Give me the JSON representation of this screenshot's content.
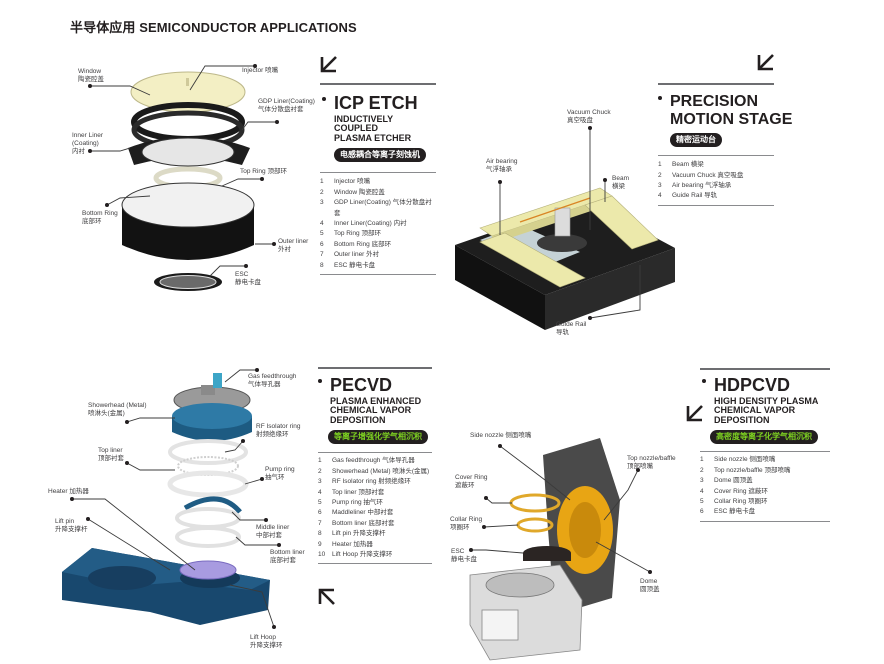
{
  "page": {
    "title": "半导体应用  SEMICONDUCTOR APPLICATIONS"
  },
  "icp": {
    "title": "ICP ETCH",
    "subtitle_lines": [
      "INDUCTIVELY COUPLED",
      "PLASMA ETCHER"
    ],
    "badge": "电感耦合等离子刻蚀机",
    "parts": [
      {
        "num": "1",
        "label": "Injector 喷嘴"
      },
      {
        "num": "2",
        "label": "Window 陶瓷腔盖"
      },
      {
        "num": "3",
        "label": "GDP Liner(Coating) 气体分散盘衬套"
      },
      {
        "num": "4",
        "label": "Inner Liner(Coating) 内衬"
      },
      {
        "num": "5",
        "label": "Top Ring 顶部环"
      },
      {
        "num": "6",
        "label": "Bottom Ring 底部环"
      },
      {
        "num": "7",
        "label": "Outer liner 外衬"
      },
      {
        "num": "8",
        "label": "ESC 静电卡盘"
      }
    ],
    "callouts": {
      "window": {
        "en": "Window",
        "cn": "陶瓷腔盖"
      },
      "injector": {
        "en": "Injector 喷嘴",
        "cn": ""
      },
      "gdp": {
        "en": "GDP Liner(Coating)",
        "cn": "气体分散盘衬套"
      },
      "inner": {
        "en": "Inner Liner",
        "en2": "(Coating)",
        "cn": "内衬"
      },
      "top_ring": {
        "en": "Top Ring 顶部环",
        "cn": ""
      },
      "bottom_ring": {
        "en": "Bottom Ring",
        "cn": "底部环"
      },
      "outer": {
        "en": "Outer liner",
        "cn": "外衬"
      },
      "esc": {
        "en": "ESC",
        "cn": "静电卡盘"
      }
    }
  },
  "stage": {
    "title_lines": [
      "PRECISION",
      "MOTION STAGE"
    ],
    "badge": "精密运动台",
    "parts": [
      {
        "num": "1",
        "label": "Beam 横梁"
      },
      {
        "num": "2",
        "label": "Vacuum Chuck 真空吸盘"
      },
      {
        "num": "3",
        "label": "Air bearing 气浮轴承"
      },
      {
        "num": "4",
        "label": "Guide Rail 导轨"
      }
    ],
    "callouts": {
      "vacuum": {
        "en": "Vacuum Chuck",
        "cn": "真空吸盘"
      },
      "air": {
        "en": "Air bearing",
        "cn": "气浮轴承"
      },
      "beam": {
        "en": "Beam",
        "cn": "横梁"
      },
      "rail": {
        "en": "Guide Rail",
        "cn": "导轨"
      }
    }
  },
  "pecvd": {
    "title": "PECVD",
    "subtitle_lines": [
      "PLASMA ENHANCED",
      "CHEMICAL VAPOR",
      "DEPOSITION"
    ],
    "badge": "等离子增强化学气相沉积",
    "parts": [
      {
        "num": "1",
        "label": "Gas feedthrough 气体导孔器"
      },
      {
        "num": "2",
        "label": "Showerhead (Metal) 喷淋头(金属)"
      },
      {
        "num": "3",
        "label": "RF Isolator ring 射频绝缘环"
      },
      {
        "num": "4",
        "label": "Top liner 顶部衬套"
      },
      {
        "num": "5",
        "label": "Pump ring 抽气环"
      },
      {
        "num": "6",
        "label": "Maddleliner 中部衬套"
      },
      {
        "num": "7",
        "label": "Bottom liner 底部衬套"
      },
      {
        "num": "8",
        "label": "Lift pin 升降支撑杆"
      },
      {
        "num": "9",
        "label": "Heater 加热器"
      },
      {
        "num": "10",
        "label": "Lift Hoop 升降支撑环"
      }
    ],
    "callouts": {
      "gas": {
        "en": "Gas feedthrough",
        "cn": "气体导孔器"
      },
      "shower": {
        "en": "Showerhead (Metal)",
        "cn": "喷淋头(金属)"
      },
      "rf": {
        "en": "RF Isolator ring",
        "cn": "射频绝缘环"
      },
      "top_liner": {
        "en": "Top liner",
        "cn": "顶部衬套"
      },
      "pump": {
        "en": "Pump ring",
        "cn": "抽气环"
      },
      "heater": {
        "en": "Heater  加热器",
        "cn": ""
      },
      "lift_pin": {
        "en": "Lift pin",
        "cn": "升降支撑杆"
      },
      "middle": {
        "en": "Middle liner",
        "cn": "中部衬套"
      },
      "bottom": {
        "en": "Bottom liner",
        "cn": "底部衬套"
      },
      "hoop": {
        "en": "Lift Hoop",
        "cn": "升降支撑环"
      }
    }
  },
  "hdpcvd": {
    "title": "HDPCVD",
    "subtitle_lines": [
      "HIGH DENSITY PLASMA",
      "CHEMICAL VAPOR",
      "DEPOSITION"
    ],
    "badge": "高密度等离子化学气相沉积",
    "parts": [
      {
        "num": "1",
        "label": "Side nozzle 侧面喷嘴"
      },
      {
        "num": "2",
        "label": "Top nozzle/baffle 顶部喷嘴"
      },
      {
        "num": "3",
        "label": "Dome 圆顶盖"
      },
      {
        "num": "4",
        "label": "Cover Ring 遮蔽环"
      },
      {
        "num": "5",
        "label": "Collar Ring 项圈环"
      },
      {
        "num": "6",
        "label": "ESC 静电卡盘"
      }
    ],
    "callouts": {
      "side": {
        "en": "Side nozzle 侧面喷嘴",
        "cn": ""
      },
      "top": {
        "en": "Top nozzle/baffle",
        "cn": "顶部喷嘴"
      },
      "cover": {
        "en": "Cover Ring",
        "cn": "遮蔽环"
      },
      "collar": {
        "en": "Collar Ring",
        "cn": "项圈环"
      },
      "esc": {
        "en": "ESC",
        "cn": "静电卡盘"
      },
      "dome": {
        "en": "Dome",
        "cn": "圆顶盖"
      }
    }
  },
  "colors": {
    "text": "#231f20",
    "rule": "#6d6e71",
    "badge_bg": "#231f20",
    "badge_green": "#7ed321",
    "window_cream": "#f3efc4",
    "stage_rail": "#e9e6a8",
    "pecvd_blue": "#1b4f78",
    "heater_purple": "#a89be0",
    "hdp_gold": "#e8a514"
  }
}
